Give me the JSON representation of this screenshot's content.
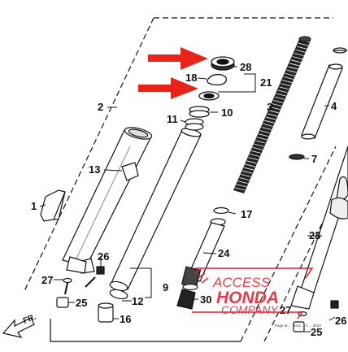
{
  "diagram": {
    "part_numbers": {
      "n1": "1",
      "n2": "2",
      "n3": "3",
      "n4": "4",
      "n7": "7",
      "n9": "9",
      "n10": "10",
      "n11": "11",
      "n12": "12",
      "n13": "13",
      "n16": "16",
      "n17": "17",
      "n18": "18",
      "n21": "21",
      "n23": "23",
      "n24": "24",
      "n25a": "25",
      "n25b": "25",
      "n26a": "26",
      "n26b": "26",
      "n27a": "27",
      "n27b": "27",
      "n28": "28",
      "n30": "30"
    },
    "front_label": "FR.",
    "watermark": {
      "line1": "ACCESS",
      "line2": "HONDA",
      "line3": "COMPANY"
    },
    "corner_text": "Page at ... 2014 ... 4 ... 2019",
    "colors": {
      "arrow": "#e8231a",
      "watermark": "#e21b2a",
      "ink": "#111111"
    }
  }
}
